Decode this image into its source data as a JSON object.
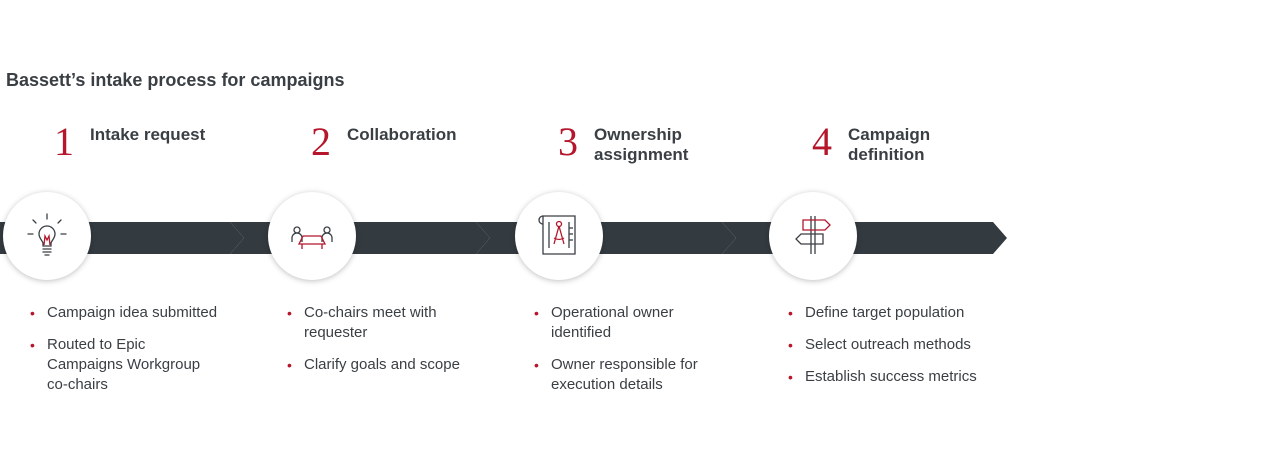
{
  "title": "Bassett’s intake process for campaigns",
  "colors": {
    "accent": "#b5162b",
    "arrow": "#343b40",
    "text": "#3a3f44"
  },
  "steps": [
    {
      "number": "1",
      "title": "Intake request",
      "icon": "lightbulb-icon",
      "bullets": [
        "Campaign idea submitted",
        "Routed to Epic Campaigns Workgroup co-chairs"
      ]
    },
    {
      "number": "2",
      "title": "Collaboration",
      "icon": "meeting-table-icon",
      "bullets": [
        "Co-chairs meet with requester",
        "Clarify goals and scope"
      ]
    },
    {
      "number": "3",
      "title": "Ownership assignment",
      "icon": "blueprint-icon",
      "bullets": [
        "Operational owner identified",
        "Owner responsible for execution details"
      ]
    },
    {
      "number": "4",
      "title": "Campaign definition",
      "icon": "signpost-icon",
      "bullets": [
        "Define target population",
        "Select outreach methods",
        "Establish success metrics"
      ]
    }
  ]
}
